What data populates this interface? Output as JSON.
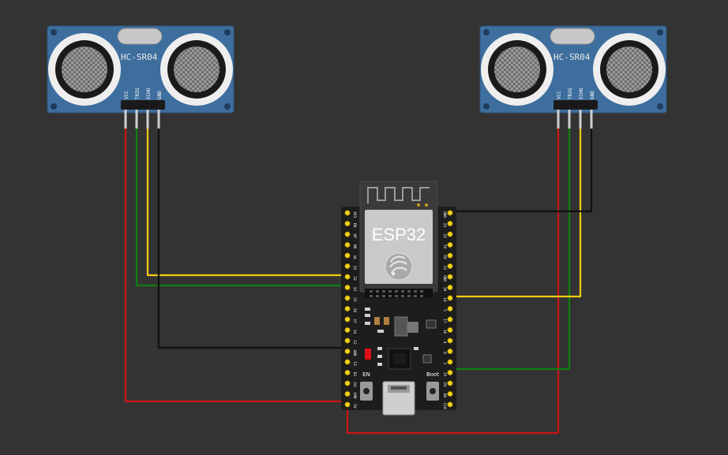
{
  "sensors": [
    {
      "label": "HC-SR04",
      "pins": [
        "VCC",
        "TRIG",
        "ECHO",
        "GND"
      ]
    },
    {
      "label": "HC-SR04",
      "pins": [
        "VCC",
        "TRIG",
        "ECHO",
        "GND"
      ]
    }
  ],
  "board": {
    "label": "ESP32",
    "en_label": "EN",
    "boot_label": "Boot",
    "left_pins": [
      "3V3",
      "EN",
      "VP",
      "VN",
      "34",
      "35",
      "32",
      "33",
      "25",
      "26",
      "27",
      "14",
      "12",
      "GND",
      "13",
      "D2",
      "D3",
      "CMD",
      "5V"
    ],
    "right_pins": [
      "GND",
      "23",
      "22",
      "TX",
      "RX",
      "21",
      "GND",
      "19",
      "18",
      "5",
      "17",
      "16",
      "4",
      "0",
      "2",
      "15",
      "D1",
      "D0",
      "CLK"
    ]
  },
  "wire_colors": {
    "vcc": "#cc1414",
    "trig": "#10800e",
    "echo": "#f0cc10",
    "gnd": "#111111"
  }
}
